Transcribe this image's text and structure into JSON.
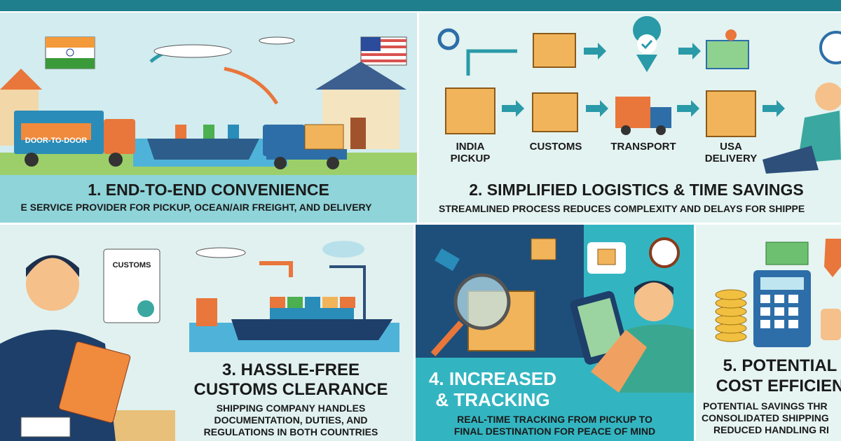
{
  "sections": [
    {
      "title": "1. END-TO-END CONVENIENCE",
      "subtitle": "E SERVICE PROVIDER FOR PICKUP, OCEAN/AIR FREIGHT, AND DELIVERY",
      "truck_label": "DOOR-TO-DOOR"
    },
    {
      "title": "2. SIMPLIFIED LOGISTICS & TIME SAVINGS",
      "subtitle": "STREAMLINED PROCESS REDUCES COMPLEXITY AND DELAYS FOR SHIPPE",
      "steps": [
        "INDIA PICKUP",
        "CUSTOMS",
        "TRANSPORT",
        "USA DELIVERY"
      ]
    },
    {
      "title_line1": "3. HASSLE-FREE",
      "title_line2": "CUSTOMS CLEARANCE",
      "subtitle_lines": [
        "SHIPPING COMPANY HANDLES",
        "DOCUMENTATION, DUTIES, AND",
        "REGULATIONS IN BOTH COUNTRIES"
      ],
      "doc_label": "CUSTOMS"
    },
    {
      "title_line1": "4. INCREASED",
      "title_line2": "& TRACKING",
      "subtitle_lines": [
        "REAL-TIME TRACKING FROM PICKUP TO",
        "FINAL DESTINATION FOR PEACE OF MIND"
      ]
    },
    {
      "title_line1": "5. POTENTIAL",
      "title_line2": "COST EFFICIEN",
      "subtitle_lines": [
        "POTENTIAL SAVINGS THR",
        "CONSOLIDATED SHIPPING",
        "REDUCED HANDLING RI"
      ]
    }
  ],
  "colors": {
    "teal": "#33b5c1",
    "navy": "#1d4f7a",
    "orange": "#f08a3c",
    "box": "#f2b45a"
  }
}
